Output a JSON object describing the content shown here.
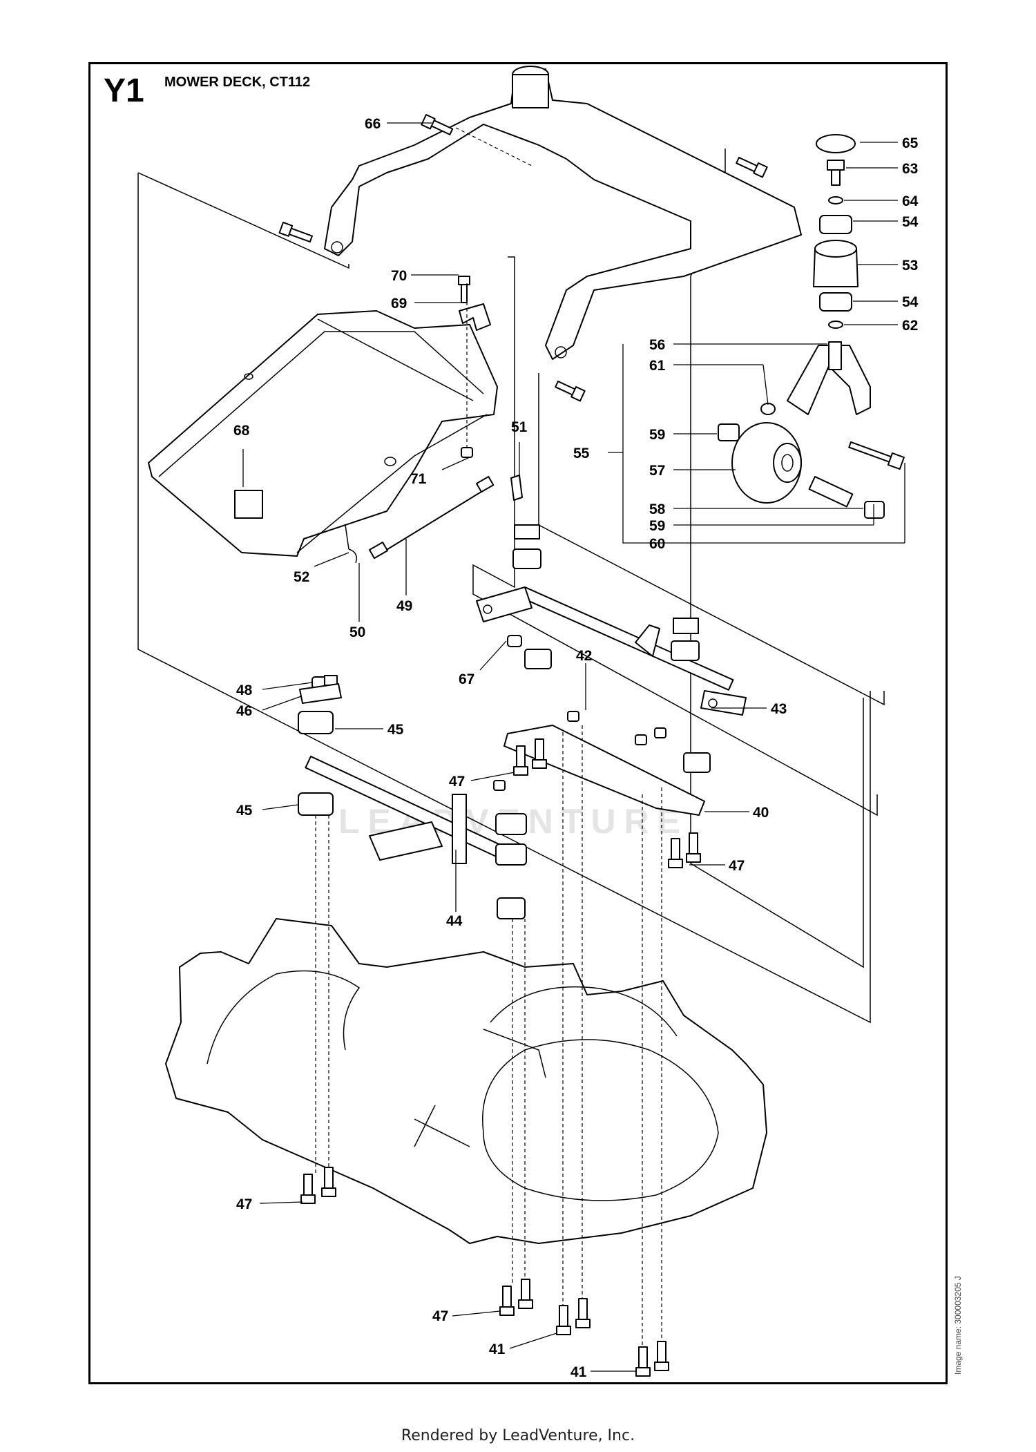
{
  "header": {
    "sheet_code": "Y1",
    "title": "MOWER DECK, CT112"
  },
  "image_id": "Image name: 300003205 J",
  "watermark": "LEADVENTURE",
  "footer": "Rendered by LeadVenture, Inc.",
  "callouts": [
    {
      "label": "66"
    },
    {
      "label": "65"
    },
    {
      "label": "63"
    },
    {
      "label": "64"
    },
    {
      "label": "54"
    },
    {
      "label": "53"
    },
    {
      "label": "54"
    },
    {
      "label": "62"
    },
    {
      "label": "70"
    },
    {
      "label": "69"
    },
    {
      "label": "56"
    },
    {
      "label": "61"
    },
    {
      "label": "68"
    },
    {
      "label": "51"
    },
    {
      "label": "59"
    },
    {
      "label": "55"
    },
    {
      "label": "57"
    },
    {
      "label": "71"
    },
    {
      "label": "58"
    },
    {
      "label": "59"
    },
    {
      "label": "60"
    },
    {
      "label": "52"
    },
    {
      "label": "49"
    },
    {
      "label": "50"
    },
    {
      "label": "67"
    },
    {
      "label": "42"
    },
    {
      "label": "43"
    },
    {
      "label": "48"
    },
    {
      "label": "46"
    },
    {
      "label": "45"
    },
    {
      "label": "47"
    },
    {
      "label": "45"
    },
    {
      "label": "40"
    },
    {
      "label": "47"
    },
    {
      "label": "44"
    },
    {
      "label": "47"
    },
    {
      "label": "47"
    },
    {
      "label": "41"
    },
    {
      "label": "41"
    }
  ]
}
